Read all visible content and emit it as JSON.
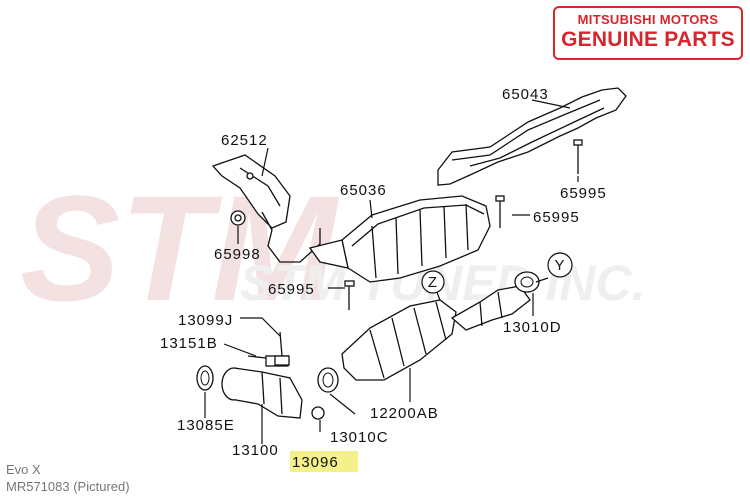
{
  "logo": {
    "line1": "MITSUBISHI MOTORS",
    "line2": "GENUINE PARTS"
  },
  "watermark": {
    "main": "STM",
    "sub": "STM TUNED INC."
  },
  "colors": {
    "brand_red": "#d6262b",
    "highlight": "#f4f08a",
    "line": "#111111"
  },
  "callouts": {
    "c65043": "65043",
    "c62512": "62512",
    "c65036": "65036",
    "c65995a": "65995",
    "c65995b": "65995",
    "c65995c": "65995",
    "c65998": "65998",
    "c13099J": "13099J",
    "c13151B": "13151B",
    "c13085E": "13085E",
    "c13100": "13100",
    "c13010C": "13010C",
    "c13096": "13096",
    "c12200AB": "12200AB",
    "c13010D": "13010D",
    "circleZ": "Z",
    "circleY": "Y"
  },
  "caption": {
    "model": "Evo X",
    "part": "MR571083  (Pictured)"
  }
}
